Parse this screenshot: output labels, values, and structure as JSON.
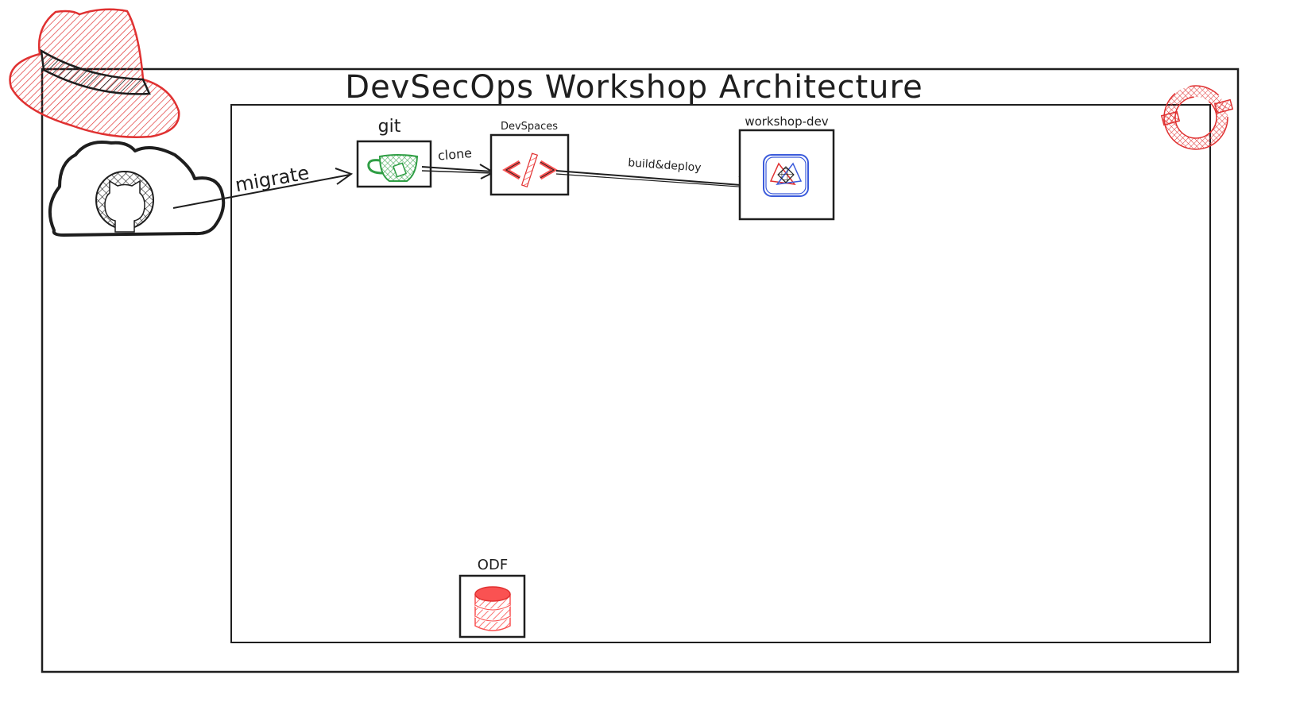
{
  "title": "DevSecOps Workshop Architecture",
  "nodes": {
    "github": {
      "label": "",
      "icon": "github-icon"
    },
    "git": {
      "label": "git",
      "icon": "gitea-teacup-icon"
    },
    "devspaces": {
      "label": "DevSpaces",
      "icon": "code-brackets-icon"
    },
    "workshop_dev": {
      "label": "workshop-dev",
      "icon": "openshift-pipelines-icon"
    },
    "odf": {
      "label": "ODF",
      "icon": "database-icon"
    }
  },
  "edges": {
    "migrate": "migrate",
    "clone": "clone",
    "build_deploy": "build&deploy"
  },
  "colors": {
    "stroke": "#1e1e1e",
    "redhat": "#e03131",
    "git_green": "#2f9e44",
    "pipeline_blue": "#3b5bdb",
    "odf_red": "#fa5252"
  }
}
